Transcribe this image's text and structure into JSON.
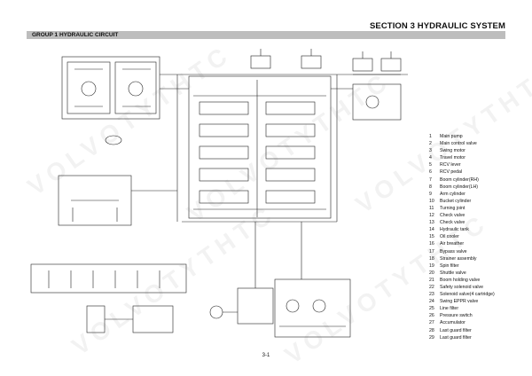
{
  "header": {
    "section_title": "SECTION 3 HYDRAULIC SYSTEM",
    "group_title": "GROUP 1 HYDRAULIC CIRCUIT"
  },
  "watermark": "VOLVOTYTHTC",
  "legend": [
    {
      "num": "1",
      "label": "Main pump"
    },
    {
      "num": "2",
      "label": "Main control valve"
    },
    {
      "num": "3",
      "label": "Swing motor"
    },
    {
      "num": "4",
      "label": "Travel motor"
    },
    {
      "num": "5",
      "label": "RCV lever"
    },
    {
      "num": "6",
      "label": "RCV pedal"
    },
    {
      "num": "7",
      "label": "Boom cylinder(RH)"
    },
    {
      "num": "8",
      "label": "Boom cylinder(LH)"
    },
    {
      "num": "9",
      "label": "Arm cylinder"
    },
    {
      "num": "10",
      "label": "Bucket cylinder"
    },
    {
      "num": "11",
      "label": "Turning joint"
    },
    {
      "num": "12",
      "label": "Check valve"
    },
    {
      "num": "13",
      "label": "Check valve"
    },
    {
      "num": "14",
      "label": "Hydraulic tank"
    },
    {
      "num": "15",
      "label": "Oil cooler"
    },
    {
      "num": "16",
      "label": "Air breather"
    },
    {
      "num": "17",
      "label": "Bypass valve"
    },
    {
      "num": "18",
      "label": "Strainer assembly"
    },
    {
      "num": "19",
      "label": "Spin filter"
    },
    {
      "num": "20",
      "label": "Shuttle valve"
    },
    {
      "num": "21",
      "label": "Boom holding valve"
    },
    {
      "num": "22",
      "label": "Safety solenoid valve"
    },
    {
      "num": "23",
      "label": "Solenoid valve(4 cartridge)"
    },
    {
      "num": "24",
      "label": "Swing EPPR valve"
    },
    {
      "num": "25",
      "label": "Line filter"
    },
    {
      "num": "26",
      "label": "Pressure switch"
    },
    {
      "num": "27",
      "label": "Accumulator"
    },
    {
      "num": "28",
      "label": "Last guard filter"
    },
    {
      "num": "29",
      "label": "Last guard filter"
    }
  ],
  "footer": {
    "page_number": "3-1"
  }
}
